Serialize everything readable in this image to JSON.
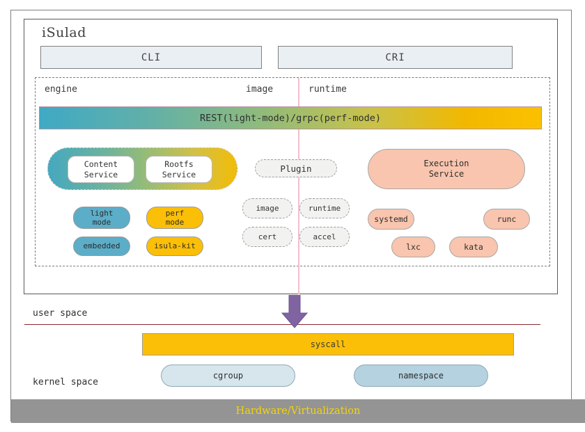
{
  "diagram": {
    "title": "iSulad",
    "api_boxes": [
      {
        "label": "CLI"
      },
      {
        "label": "CRI"
      }
    ],
    "column_labels": {
      "engine": "engine",
      "image": "image",
      "runtime": "runtime"
    },
    "rest_bar": {
      "label": "REST(light-mode)/grpc(perf-mode)"
    },
    "engine": {
      "services": [
        {
          "line1": "Content",
          "line2": "Service"
        },
        {
          "line1": "Rootfs",
          "line2": "Service"
        }
      ],
      "modes": [
        {
          "line1": "light",
          "line2": "mode",
          "color": "#5cadc8"
        },
        {
          "line1": "perf",
          "line2": "mode",
          "color": "#fbbf07"
        },
        {
          "line1": "embedded",
          "line2": "",
          "color": "#5cadc8"
        },
        {
          "line1": "isula-kit",
          "line2": "",
          "color": "#fbbf07"
        }
      ]
    },
    "image_section": {
      "plugin": "Plugin",
      "items": [
        {
          "label": "image"
        },
        {
          "label": "runtime"
        },
        {
          "label": "cert"
        },
        {
          "label": "accel"
        }
      ]
    },
    "runtime_section": {
      "execution_service": {
        "line1": "Execution",
        "line2": "Service"
      },
      "runtimes": [
        {
          "label": "systemd"
        },
        {
          "label": "runc"
        },
        {
          "label": "lxc"
        },
        {
          "label": "kata"
        }
      ]
    },
    "spaces": {
      "user": "user space",
      "kernel": "kernel space"
    },
    "syscall": {
      "label": "syscall"
    },
    "kernel_components": [
      {
        "label": "cgroup",
        "color": "#d7e5ec"
      },
      {
        "label": "namespace",
        "color": "#b4d2e0"
      }
    ],
    "hardware": {
      "label": "Hardware/Virtualization"
    },
    "colors": {
      "accent_yellow": "#fbbf07",
      "accent_blue": "#5cadc8",
      "accent_salmon": "#f9c5ae",
      "arrow_purple": "#8064a2",
      "kernel_rule": "#8c2430",
      "hardware_bg": "#949494",
      "hardware_text": "#f2d40c",
      "divider_pink": "#f0c0cc"
    }
  }
}
